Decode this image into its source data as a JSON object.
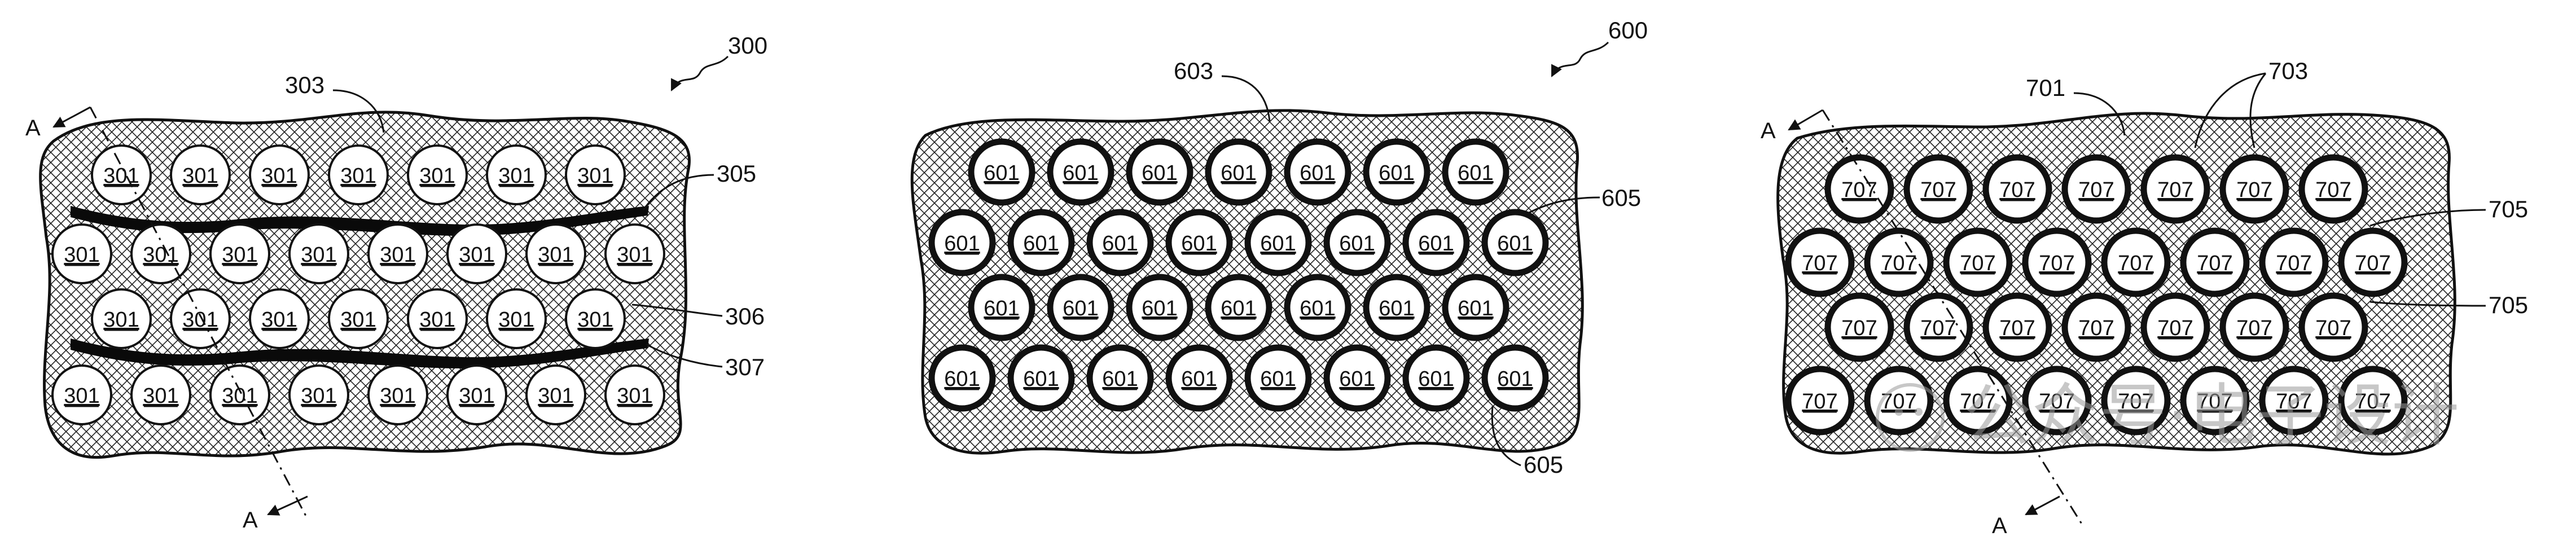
{
  "figures": [
    {
      "figure_ref": "300",
      "region_ref": "303",
      "cell_label": "301",
      "callouts": [
        "305",
        "306",
        "307"
      ],
      "section_labels": [
        "A",
        "A"
      ],
      "rows": [
        7,
        8,
        7,
        8
      ]
    },
    {
      "figure_ref": "600",
      "region_ref": "603",
      "cell_label": "601",
      "callouts": [
        "605",
        "605"
      ],
      "rows": [
        7,
        8,
        7,
        8
      ]
    },
    {
      "figure_ref": "",
      "region_ref": "701",
      "cell_label": "707",
      "callouts": [
        "703",
        "705",
        "705"
      ],
      "section_labels": [
        "A",
        "A"
      ],
      "rows": [
        7,
        8,
        7,
        8
      ]
    }
  ],
  "watermark": {
    "text": "公众号·电子设计"
  },
  "colors": {
    "ink": "#111111",
    "fill": "#ffffff",
    "hatch": "#222222"
  }
}
